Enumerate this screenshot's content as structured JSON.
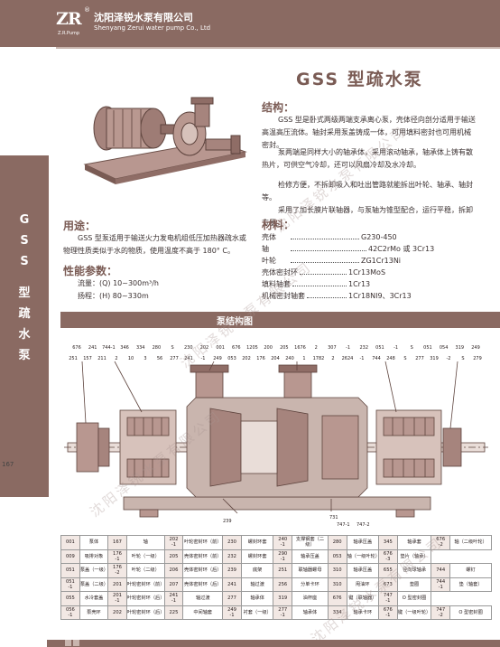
{
  "header": {
    "logo_text": "ZR",
    "logo_sub": "Z.R.Pump",
    "logo_reg": "®",
    "company_cn": "沈阳泽锐水泵有限公司",
    "company_en": "Shenyang Zerui water pump Co., Ltd"
  },
  "sidebar": {
    "title_chars": [
      "G",
      "S",
      "S",
      "型",
      "疏",
      "水",
      "泵"
    ],
    "page_number": "167"
  },
  "page": {
    "title": "GSS 型疏水泵"
  },
  "structure": {
    "heading": "结构：",
    "para1": "GSS 型是卧式两级两端支承离心泵，壳体径向剖分适用于输送高温高压流体。轴封采用泵盖铸成一体，可用填料密封也可用机械密封。",
    "para2": "泵两端是同样大小的轴承体，采用滚动轴承，轴承体上铸有散热片，可供空气冷却，还可以风扇冷却及水冷却。",
    "para3": "检修方便，不拆卸吸入和吐出管路就能拆出叶轮、轴承、轴封等。",
    "para4": "采用了加长膜片联轴器，与泵轴为锥型配合，运行平稳，拆卸方便。"
  },
  "usage": {
    "heading": "用途：",
    "text": "GSS 型泵适用于输送火力发电机组低压加热器疏水或物理性质类似于水的物质，使用温度不高于 180° C。"
  },
  "performance": {
    "heading": "性能参数：",
    "flow": "流量：(Q) 10~300m³/h",
    "head": "扬程：(H) 80~330m"
  },
  "materials": {
    "heading": "材料：",
    "items": [
      {
        "label": "壳体",
        "value": "G230-450"
      },
      {
        "label": "轴",
        "value": "42C2rMo 或 3Cr13"
      },
      {
        "label": "叶轮",
        "value": "ZG1Cr13Ni"
      },
      {
        "label": "壳体密封环",
        "value": "1Cr13MoS"
      },
      {
        "label": "填料轴套",
        "value": "1Cr13"
      },
      {
        "label": "机械密封轴套",
        "value": "1Cr18NI9、3Cr13"
      }
    ]
  },
  "diagram": {
    "heading": "泵结构图",
    "top_labels_1": [
      "676",
      "241",
      "744-1",
      "346",
      "334",
      "280",
      "S",
      "230",
      "202",
      "001",
      "676",
      "1205",
      "200",
      "205",
      "1676",
      "2",
      "307",
      "-1",
      "232",
      "051",
      "-1",
      "S",
      "051",
      "054",
      "319",
      "249"
    ],
    "top_labels_2": [
      "251",
      "157",
      "211",
      "2",
      "10",
      "3",
      "56",
      "277",
      "241",
      "-1",
      "249",
      "053",
      "202",
      "176",
      "204",
      "240",
      "1",
      "1782",
      "2",
      "2624",
      "-1",
      "744",
      "248",
      "S",
      "277",
      "319",
      "-2",
      "S",
      "279"
    ],
    "bottom_labels": [
      "239",
      "731",
      "747-1",
      "747-2"
    ]
  },
  "parts_table": {
    "rows": [
      [
        "001",
        "泵体",
        "167",
        "轴",
        "202\n-1",
        "叶轮密封环（前）",
        "230",
        "螺封环套",
        "240\n-1",
        "支撑钢套（二级）",
        "280",
        "轴承压盖",
        "345",
        "轴承套",
        "676\n-2",
        "轴（二级叶轮）"
      ],
      [
        "009",
        "吸排对象",
        "176\n-1",
        "叶轮（一级）",
        "205",
        "壳体密封环（前）",
        "232",
        "螺封环套",
        "290\n-1",
        "轴承压盖",
        "053",
        "轴（一级叶轮）",
        "676\n-3",
        "垫片（轴承）"
      ],
      [
        "051",
        "泵盖（一级）",
        "176\n-2",
        "叶轮（二级）",
        "206",
        "壳体密封环（后）",
        "239",
        "底架",
        "251",
        "联轴器螺母",
        "310",
        "轴承压盖",
        "655",
        "径向球轴承",
        "744",
        "螺钉"
      ],
      [
        "051\n-1",
        "泵盖（二级）",
        "201",
        "叶轮密封环（前）",
        "207",
        "壳体密封环（后）",
        "241",
        "轴过渡",
        "256",
        "分单卡环",
        "310",
        "甩油环",
        "673",
        "垫圈",
        "744\n-1",
        "垫（轴套）"
      ],
      [
        "055",
        "水冷套盖",
        "201\n-1",
        "叶轮密封环（后）",
        "241\n-1",
        "轴过渡",
        "277",
        "轴承体",
        "319",
        "油杯座",
        "676",
        "键（联轴器）",
        "747\n-1",
        "O 型密封圈"
      ],
      [
        "056\n-1",
        "泵壳环",
        "202",
        "叶轮密封环（后）",
        "225",
        "中间轴套",
        "249\n-1",
        "衬套（一级）",
        "277\n-1",
        "轴承体",
        "334",
        "轴承卡环",
        "676\n-1",
        "键（一级叶轮）",
        "747\n-2",
        "O 型密封圈"
      ]
    ]
  },
  "watermark": "沈阳泽锐水泵有限公司",
  "colors": {
    "brand": "#8a6a62",
    "brand_light": "#c9b5ae",
    "heading": "#7a5b54"
  }
}
